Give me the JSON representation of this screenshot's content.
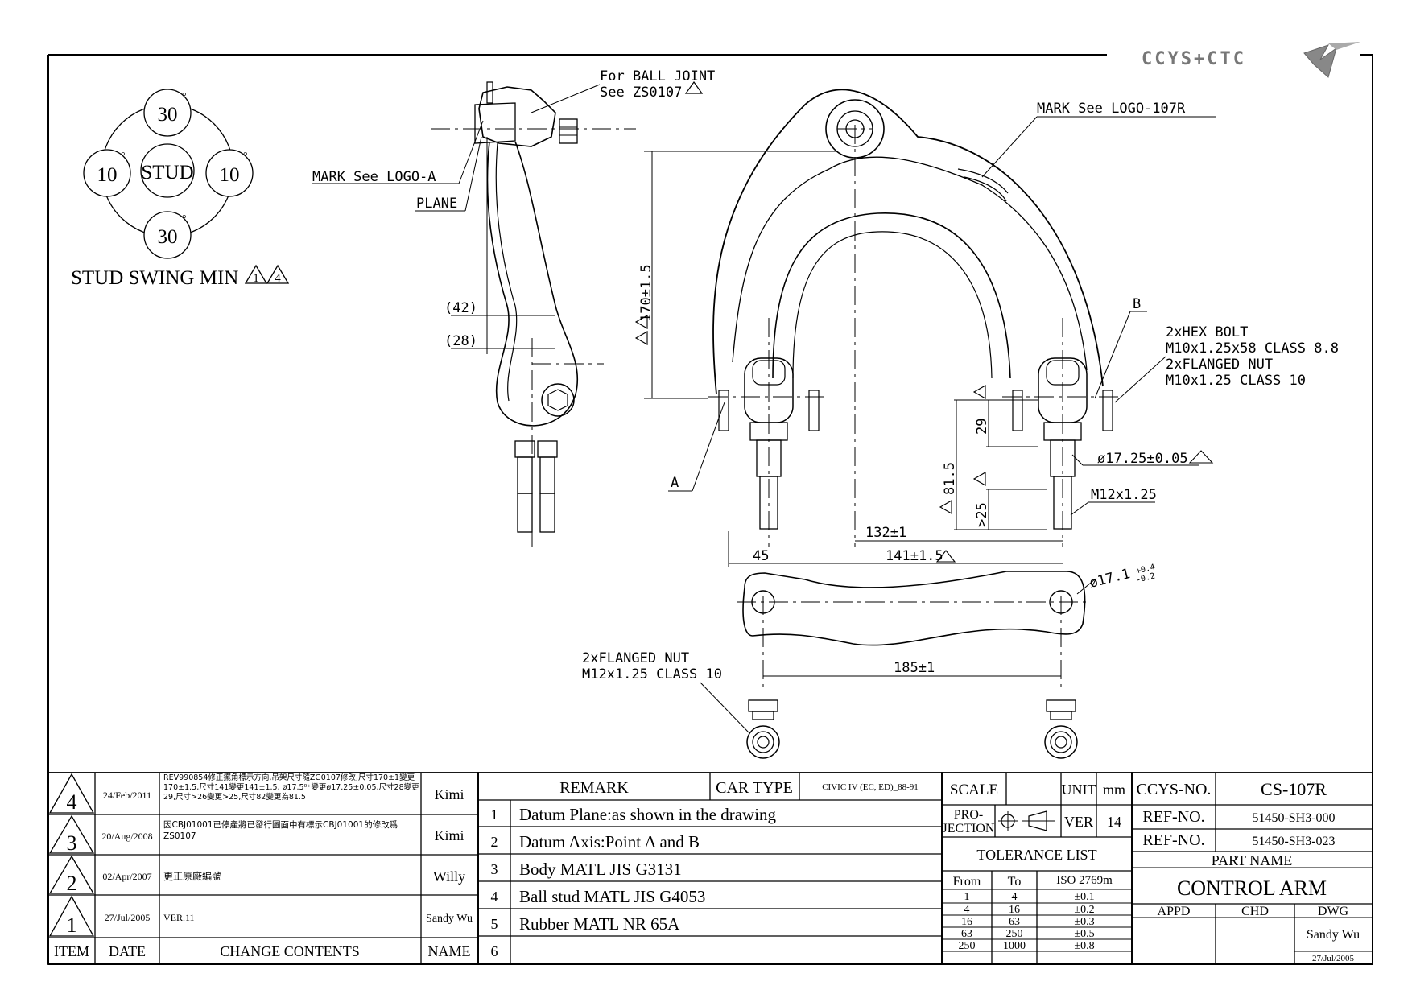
{
  "logo": {
    "text": "CCYS+CTC"
  },
  "stud_swing": {
    "top": "30",
    "bottom": "30",
    "left": "10",
    "right": "10",
    "center": "STUD",
    "degree_symbol": "°",
    "caption": "STUD SWING MIN",
    "revision_marks": [
      "1",
      "4"
    ]
  },
  "callouts": {
    "ball_joint_line1": "For BALL JOINT",
    "ball_joint_line2": "See ZS0107",
    "mark_logo_a": "MARK See LOGO-A",
    "plane": "PLANE",
    "mark_logo_107r": "MARK See LOGO-107R",
    "point_b": "B",
    "point_a": "A",
    "hex_bolt_1": "2xHEX BOLT",
    "hex_bolt_2": "M10x1.25x58 CLASS 8.8",
    "flanged_nut_1": "2xFLANGED NUT",
    "flanged_nut_2": "M10x1.25 CLASS 10",
    "nut_m12_1": "2xFLANGED NUT",
    "nut_m12_2": "M12x1.25 CLASS 10",
    "thread_m12": "M12x1.25"
  },
  "dimensions": {
    "d42": "(42)",
    "d28": "(28)",
    "d170": "170±1.5",
    "d29": "29",
    "d81_5": "81.5",
    "d25": ">25",
    "d17_25": "ø17.25±0.05",
    "d132": "132±1",
    "d141": "141±1.5",
    "d45": "45",
    "d17_1": "ø17.1",
    "d17_1_tol_upper": "+0.4",
    "d17_1_tol_lower": "-0.2",
    "d185": "185±1"
  },
  "revisions": {
    "header": {
      "item": "ITEM",
      "date": "DATE",
      "contents": "CHANGE CONTENTS",
      "name": "NAME"
    },
    "rows": [
      {
        "item": "4",
        "date": "24/Feb/2011",
        "contents": "REV990854修正擺角標示方向,吊架尺寸隨ZG0107修改,尺寸170±1變更170±1.5,尺寸141變更141±1.5, ø17.5⁰⁺變更ø17.25±0.05,尺寸28變更29,尺寸>26變更>25,尺寸82變更為81.5",
        "name": "Kimi"
      },
      {
        "item": "3",
        "date": "20/Aug/2008",
        "contents": "因CBJ01001已停產將已發行圖面中有標示CBJ01001的修改爲ZS0107",
        "name": "Kimi"
      },
      {
        "item": "2",
        "date": "02/Apr/2007",
        "contents": "更正原廠編號",
        "name": "Willy"
      },
      {
        "item": "1",
        "date": "27/Jul/2005",
        "contents": "VER.11",
        "name": "Sandy Wu"
      }
    ]
  },
  "remarks": {
    "header": "REMARK",
    "car_type_label": "CAR TYPE",
    "car_type_value": "CIVIC IV (EC, ED)_88-91",
    "items": [
      {
        "no": "1",
        "text": "Datum Plane:as shown in the drawing"
      },
      {
        "no": "2",
        "text": "Datum Axis:Point A and B"
      },
      {
        "no": "3",
        "text": "Body MATL JIS G3131"
      },
      {
        "no": "4",
        "text": "Ball stud MATL JIS G4053"
      },
      {
        "no": "5",
        "text": "Rubber MATL NR 65A"
      },
      {
        "no": "6",
        "text": ""
      }
    ]
  },
  "title_block": {
    "scale_label": "SCALE",
    "scale_value": "",
    "unit_label": "UNIT",
    "unit_value": "mm",
    "projection_label_1": "PRO-",
    "projection_label_2": "JECTION",
    "ver_label": "VER",
    "ver_value": "14",
    "tolerance_title": "TOLERANCE LIST",
    "tolerance_header": {
      "from": "From",
      "to": "To",
      "iso": "ISO 2769m"
    },
    "tolerance_rows": [
      {
        "from": "1",
        "to": "4",
        "tol": "±0.1"
      },
      {
        "from": "4",
        "to": "16",
        "tol": "±0.2"
      },
      {
        "from": "16",
        "to": "63",
        "tol": "±0.3"
      },
      {
        "from": "63",
        "to": "250",
        "tol": "±0.5"
      },
      {
        "from": "250",
        "to": "1000",
        "tol": "±0.8"
      }
    ],
    "ccys_no_label": "CCYS-NO.",
    "ccys_no_value": "CS-107R",
    "ref_no_label_1": "REF-NO.",
    "ref_no_value_1": "51450-SH3-000",
    "ref_no_label_2": "REF-NO.",
    "ref_no_value_2": "51450-SH3-023",
    "part_name_label": "PART NAME",
    "part_name_value": "CONTROL ARM",
    "appd_label": "APPD",
    "chd_label": "CHD",
    "dwg_label": "DWG",
    "dwg_name": "Sandy Wu",
    "dwg_date": "27/Jul/2005"
  }
}
